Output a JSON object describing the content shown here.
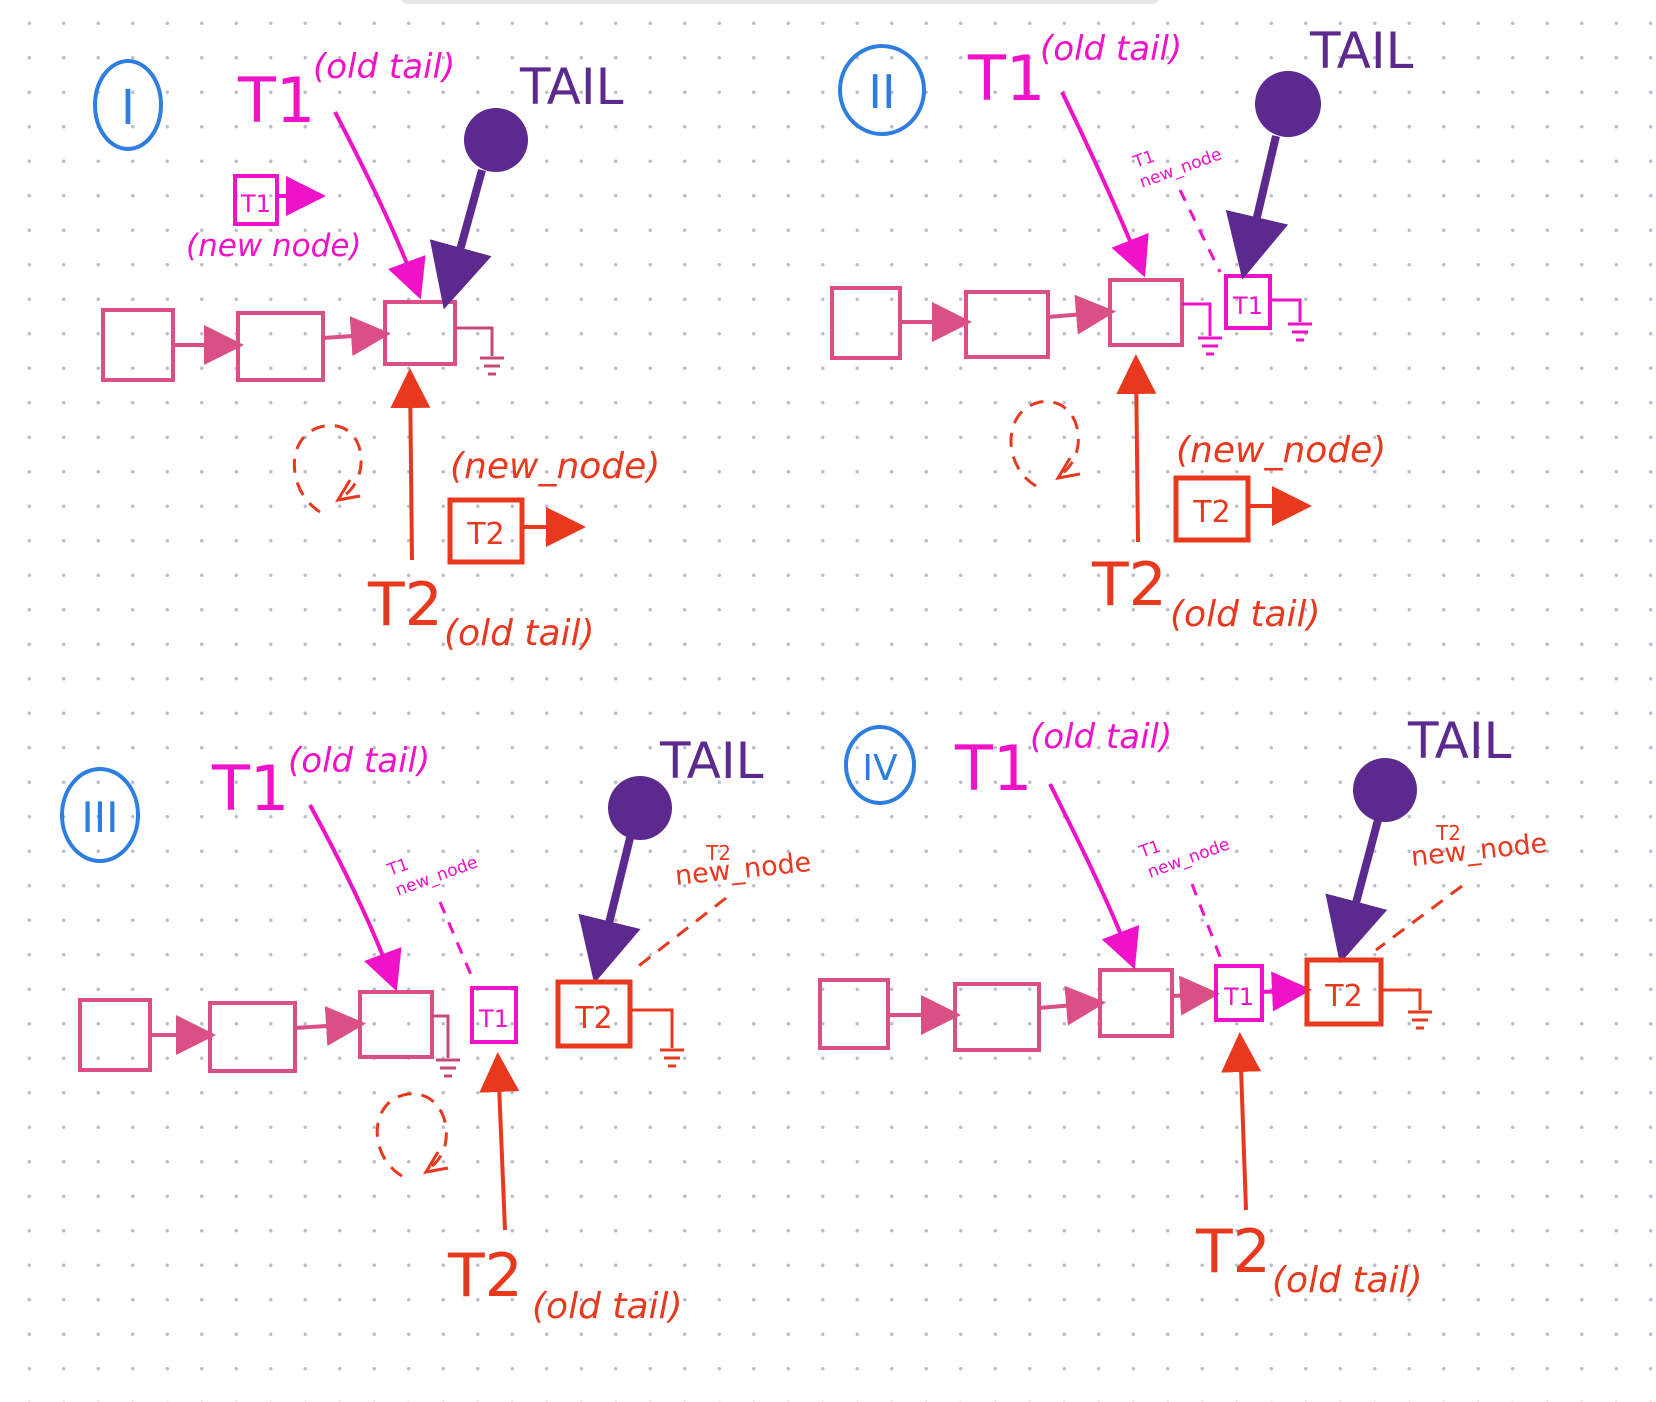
{
  "colors": {
    "list": "#d94f86",
    "t1": "#f012c8",
    "t2": "#e8391f",
    "tail": "#5c2a8e",
    "badge": "#2d7ee0",
    "ground": "#c44a7a"
  },
  "labels": {
    "t1": "T1",
    "t2": "T2",
    "old_tail": "(old tail)",
    "tail": "TAIL",
    "new_node": "(new_node)",
    "new_node_space": "(new node)",
    "new_node_small": "new_node",
    "t1_small": "T1",
    "t2_small": "T2"
  },
  "panels": [
    {
      "step": "I"
    },
    {
      "step": "II"
    },
    {
      "step": "III"
    },
    {
      "step": "IV"
    }
  ]
}
